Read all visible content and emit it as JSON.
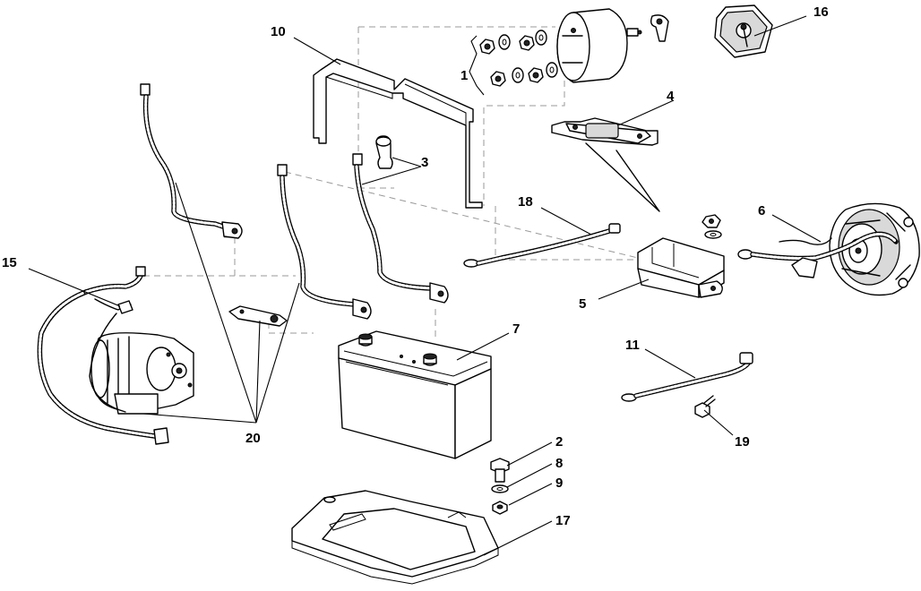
{
  "diagram": {
    "callouts": {
      "c1": "1",
      "c2": "2",
      "c3": "3",
      "c4": "4",
      "c5": "5",
      "c6": "6",
      "c7": "7",
      "c8": "8",
      "c9": "9",
      "c10": "10",
      "c11": "11",
      "c15": "15",
      "c16": "16",
      "c17": "17",
      "c18": "18",
      "c19": "19",
      "c20": "20"
    }
  }
}
